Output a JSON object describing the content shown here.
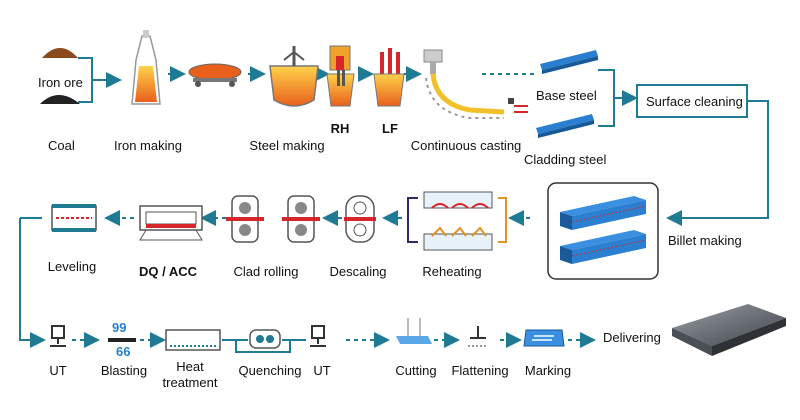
{
  "stages": {
    "iron_ore": "Iron ore",
    "coal": "Coal",
    "iron_making": "Iron making",
    "steel_making": "Steel making",
    "rh": "RH",
    "lf": "LF",
    "continuous_casting": "Continuous casting",
    "base_steel": "Base steel",
    "cladding_steel": "Cladding steel",
    "surface_cleaning": "Surface cleaning",
    "billet_making": "Billet making",
    "reheating": "Reheating",
    "descaling": "Descaling",
    "clad_rolling": "Clad rolling",
    "dq_acc": "DQ / ACC",
    "leveling": "Leveling",
    "ut_1": "UT",
    "blasting": "Blasting",
    "heat_treatment_line1": "Heat",
    "heat_treatment_line2": "treatment",
    "quenching": "Quenching",
    "ut_2": "UT",
    "cutting": "Cutting",
    "flattening": "Flattening",
    "marking": "Marking",
    "delivering": "Delivering"
  },
  "colors": {
    "flow_line": "#1f7a94",
    "steel_blue": "#2a7fd0",
    "molten_orange": "#f08a1c",
    "hot_red": "#d6262b",
    "reheat_orange": "#e69128"
  }
}
